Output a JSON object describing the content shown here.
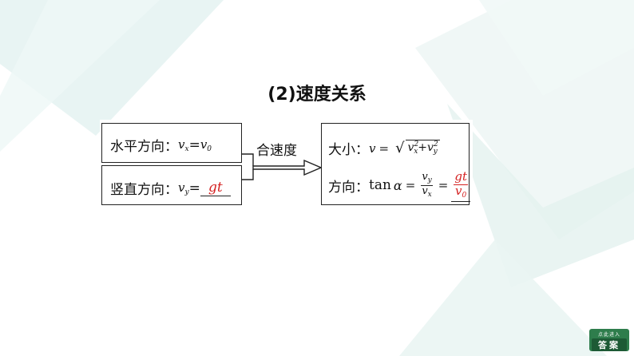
{
  "title": "(2)速度关系",
  "horizontal": {
    "label": "水平方向：",
    "formula_var": "v",
    "formula_sub": "x",
    "formula_eq": "=",
    "formula_rhs": "v",
    "formula_rhs_sub": "0"
  },
  "vertical": {
    "label": "竖直方向：",
    "formula_var": "v",
    "formula_sub": "y",
    "formula_eq": "=",
    "answer": "gt"
  },
  "arrow_label": "合速度",
  "result": {
    "magnitude_label": "大小：",
    "magnitude_var": "v",
    "magnitude_eq": "=",
    "sqrt_term1": "v",
    "sqrt_term1_sub": "x",
    "sqrt_term1_sup": "2",
    "sqrt_plus": "+",
    "sqrt_term2": "v",
    "sqrt_term2_sub": "y",
    "sqrt_term2_sup": "2",
    "direction_label": "方向：",
    "tan": "tan",
    "alpha": "α",
    "dir_eq1": "=",
    "frac_num": "v",
    "frac_num_sub": "y",
    "frac_den": "v",
    "frac_den_sub": "x",
    "dir_eq2": "=",
    "answer_num": "gt",
    "answer_den": "v",
    "answer_den_sub": "0"
  },
  "badge": {
    "small": "点此进入",
    "big": "答案"
  },
  "colors": {
    "answer_red": "#d42121",
    "badge_green": "#2e7d4c"
  }
}
